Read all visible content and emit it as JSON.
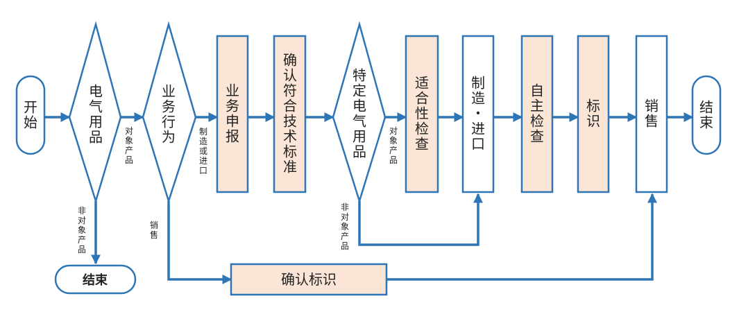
{
  "colors": {
    "stroke": "#2e75b6",
    "fill_highlight": "#fbe5d6",
    "fill_plain": "#ffffff"
  },
  "nodes": {
    "start": "开始",
    "decision_electrical": "电气用品",
    "decision_behavior": "业务行为",
    "declare": "业务申报",
    "confirm_tech": "确认符合技术标准",
    "decision_specific": "特定电气用品",
    "conformity": "适合性检查",
    "manufacture": "制造・进口",
    "self_check": "自主检查",
    "marking": "标识",
    "sales": "销售",
    "end_main": "结束",
    "end_non_target": "结束",
    "confirm_mark": "确认标识"
  },
  "edge_labels": {
    "target_product_1": "对象产品",
    "non_target_1": "非对象产品",
    "manufacture_import": "制造或进口",
    "sales_branch": "销售",
    "target_product_2": "对象产品",
    "non_target_2": "非对象产品"
  }
}
